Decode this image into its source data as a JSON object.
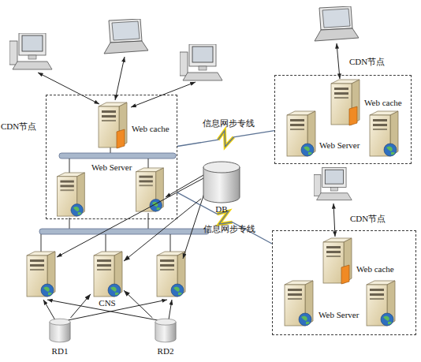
{
  "diagram": {
    "nodes": [
      {
        "text": [
          "CDN节点"
        ]
      },
      {
        "text": [
          "Web cache"
        ],
        "in": 0
      },
      {
        "text": [
          "CDN节点"
        ]
      },
      {
        "text": [
          "Web cache"
        ],
        "in": 2
      },
      {
        "text": [
          "DB"
        ]
      },
      {
        "text": [
          "CDN节点"
        ]
      },
      {
        "text": [
          "Web cache"
        ],
        "in": 5
      },
      {
        "text": [
          "CNS"
        ]
      },
      {
        "text": [
          "RD1"
        ]
      },
      {
        "text": [
          "RD2"
        ]
      }
    ],
    "edges": [
      {
        "from": 0,
        "to": 2,
        "label": "信息网步专线",
        "arrow": "none"
      },
      {
        "from": 0,
        "to": 5,
        "label": "信息网步专线",
        "arrow": "none"
      },
      {
        "from": 4,
        "to": 7,
        "arrow": "to"
      },
      {
        "from": 8,
        "to": 7,
        "arrow": "to"
      },
      {
        "from": 9,
        "to": 7,
        "arrow": "to"
      }
    ],
    "labels": [
      "Web Server",
      "Web Server",
      "Web Server"
    ]
  }
}
